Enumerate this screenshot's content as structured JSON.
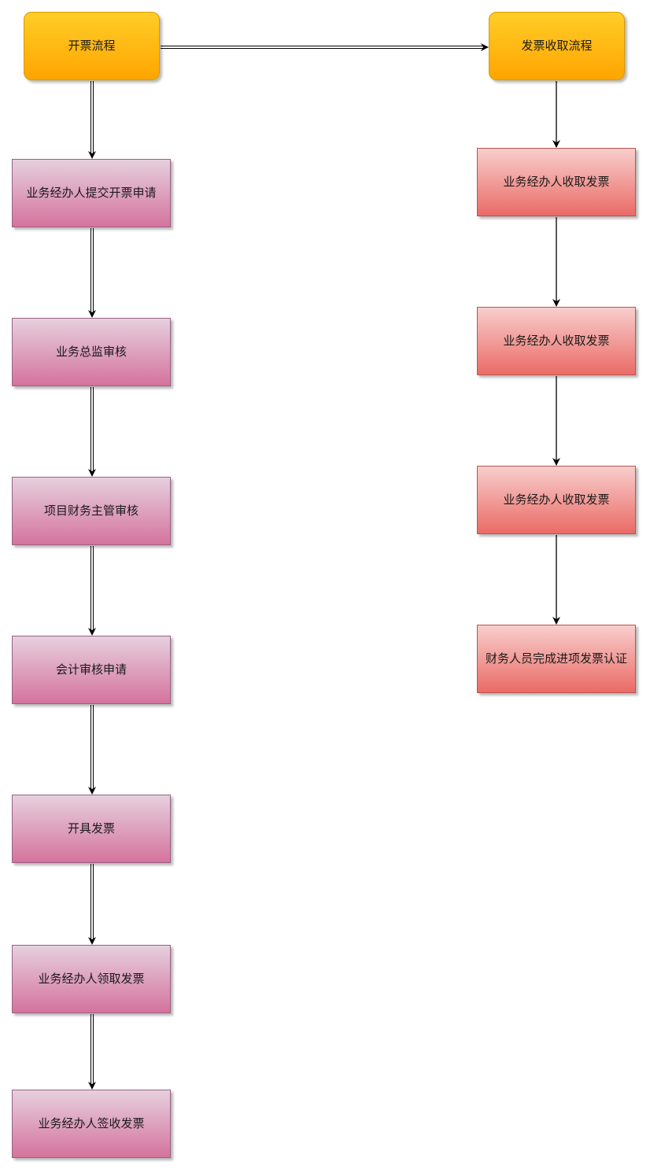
{
  "nodes": {
    "kaipiao_flow": "开票流程",
    "shoupiao_flow": "发票收取流程",
    "left_steps": [
      "业务经办人提交开票申请",
      "业务总监审核",
      "项目财务主管审核",
      "会计审核申请",
      "开具发票",
      "业务经办人领取发票",
      "业务经办人签收发票"
    ],
    "right_steps": [
      "业务经办人收取发票",
      "业务经办人收取发票",
      "业务经办人收取发票",
      "财务人员完成进项发票认证"
    ]
  },
  "colors": {
    "start_fill_top": "#ffcd28",
    "start_fill_bottom": "#ffa500",
    "pink_fill_top": "#e6d0de",
    "pink_fill_bottom": "#d5739d",
    "red_fill_top": "#f8cecc",
    "red_fill_bottom": "#ea6b66",
    "edge": "#000000"
  }
}
